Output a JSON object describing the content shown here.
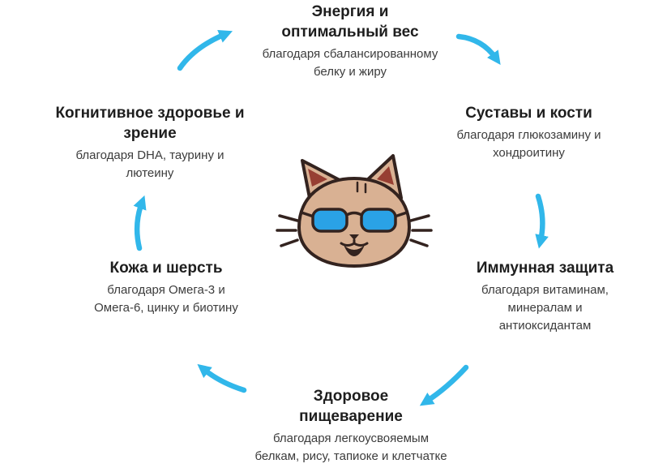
{
  "diagram_title": "Cat food benefits cycle",
  "nodes": {
    "energy": {
      "title": "Энергия и\nоптимальный вес",
      "subtitle": "благодаря сбалансированному\nбелку и жиру"
    },
    "joints": {
      "title": "Суставы и кости",
      "subtitle": "благодаря глюкозамину и\nхондроитину"
    },
    "immune": {
      "title": "Иммунная защита",
      "subtitle": "благодаря витаминам,\nминералам и\nантиоксидантам"
    },
    "digestion": {
      "title": "Здоровое\nпищеварение",
      "subtitle": "благодаря легкоусвояемым\nбелкам, рису, тапиоке и клетчатке"
    },
    "skin": {
      "title": "Кожа и шерсть",
      "subtitle": "благодаря Омега-3 и\nОмега-6, цинку и биотину"
    },
    "cognitive": {
      "title": "Когнитивное здоровье и\nзрение",
      "subtitle": "благодаря DHA, таурину и\nлютеину"
    }
  },
  "icons": {
    "center": "cat-with-sunglasses-icon",
    "connectors": "curved-arrow-icon"
  },
  "colors": {
    "accent_arrow": "#31b7ea",
    "cat_body": "#d9b193",
    "sunglasses": "#2aa2e6",
    "inner_ear": "#973f33",
    "outline": "#33231f",
    "title_text": "#1e1e1e",
    "subtitle_text": "#3c3c3c",
    "background": "#ffffff"
  }
}
